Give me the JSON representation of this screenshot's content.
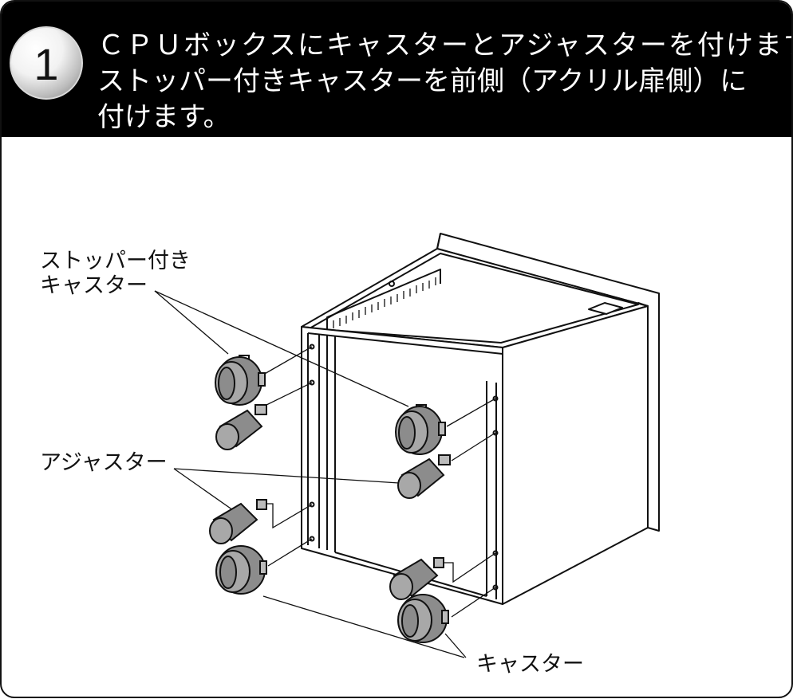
{
  "step": {
    "number": "1",
    "line1": "ＣＰＵボックスにキャスターとアジャスターを付けます。",
    "line2": "ストッパー付きキャスターを前側（アクリル扉側）に",
    "line3": "付けます。"
  },
  "labels": {
    "stopper_caster": [
      "ストッパー付き",
      "キャスター"
    ],
    "adjuster": "アジャスター",
    "caster": "キャスター"
  },
  "colors": {
    "header": "#000000",
    "part_fill": "#8c8c8c",
    "line": "#111111"
  }
}
